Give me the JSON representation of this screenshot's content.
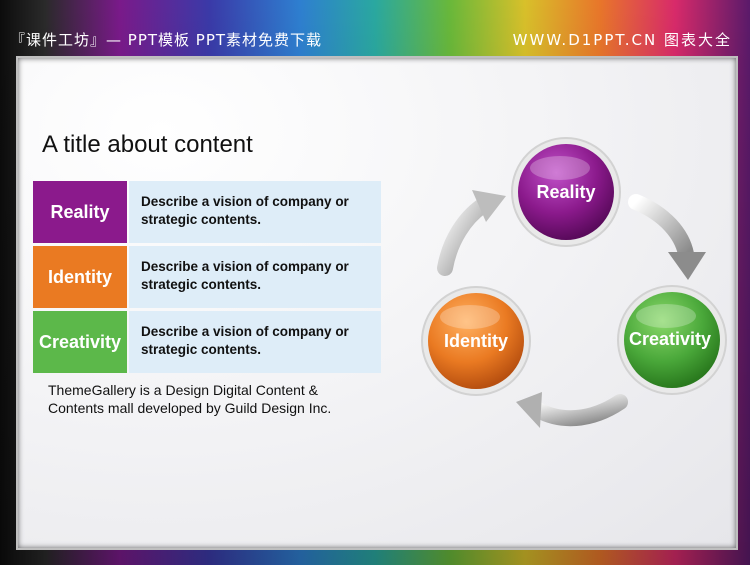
{
  "header": {
    "left_text": "『课件工坊』— PPT模板 PPT素材免费下载",
    "right_text": "WWW.D1PPT.CN 图表大全"
  },
  "slide": {
    "title": "A title about content",
    "rows": [
      {
        "label": "Reality",
        "description": "Describe a vision of company or strategic contents.",
        "color": "#8b1a8c"
      },
      {
        "label": "Identity",
        "description": "Describe a vision of company or strategic contents.",
        "color": "#ea7a22"
      },
      {
        "label": "Creativity",
        "description": "Describe a vision of company or strategic contents.",
        "color": "#5cb84a"
      }
    ],
    "footer_note": "ThemeGallery  is a Design Digital Content & Contents mall developed by Guild Design Inc."
  },
  "cycle": {
    "nodes": [
      {
        "label": "Reality",
        "color": "#8b1a8c",
        "icon": "circle"
      },
      {
        "label": "Creativity",
        "color": "#4aa83a",
        "icon": "circle"
      },
      {
        "label": "Identity",
        "color": "#ea7a22",
        "icon": "circle"
      }
    ],
    "arrows": [
      "curved-arrow-icon",
      "curved-arrow-icon",
      "curved-arrow-icon"
    ]
  }
}
